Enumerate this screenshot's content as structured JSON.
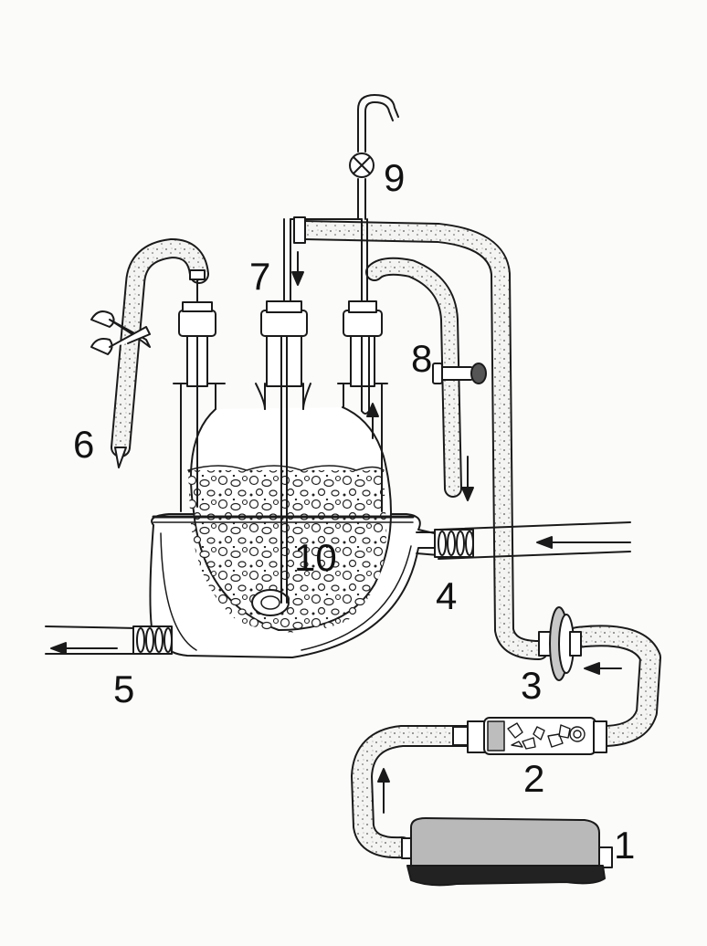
{
  "callouts": {
    "c1": "1",
    "c2": "2",
    "c3": "3",
    "c4": "4",
    "c5": "5",
    "c6": "6",
    "c7": "7",
    "c8": "8",
    "c9": "9",
    "c10": "10"
  },
  "colors": {
    "ink": "#1a1a1a",
    "tubing": "#f4f4f2",
    "tubing_speckle": "#555555",
    "pump_body": "#b9b9b9",
    "pump_base": "#222222",
    "glass": "#ffffff"
  },
  "icons": {
    "valve": "valve-cross-icon",
    "clamp": "scissor-clamp-icon",
    "flow_arrow": "flow-arrow-icon"
  }
}
